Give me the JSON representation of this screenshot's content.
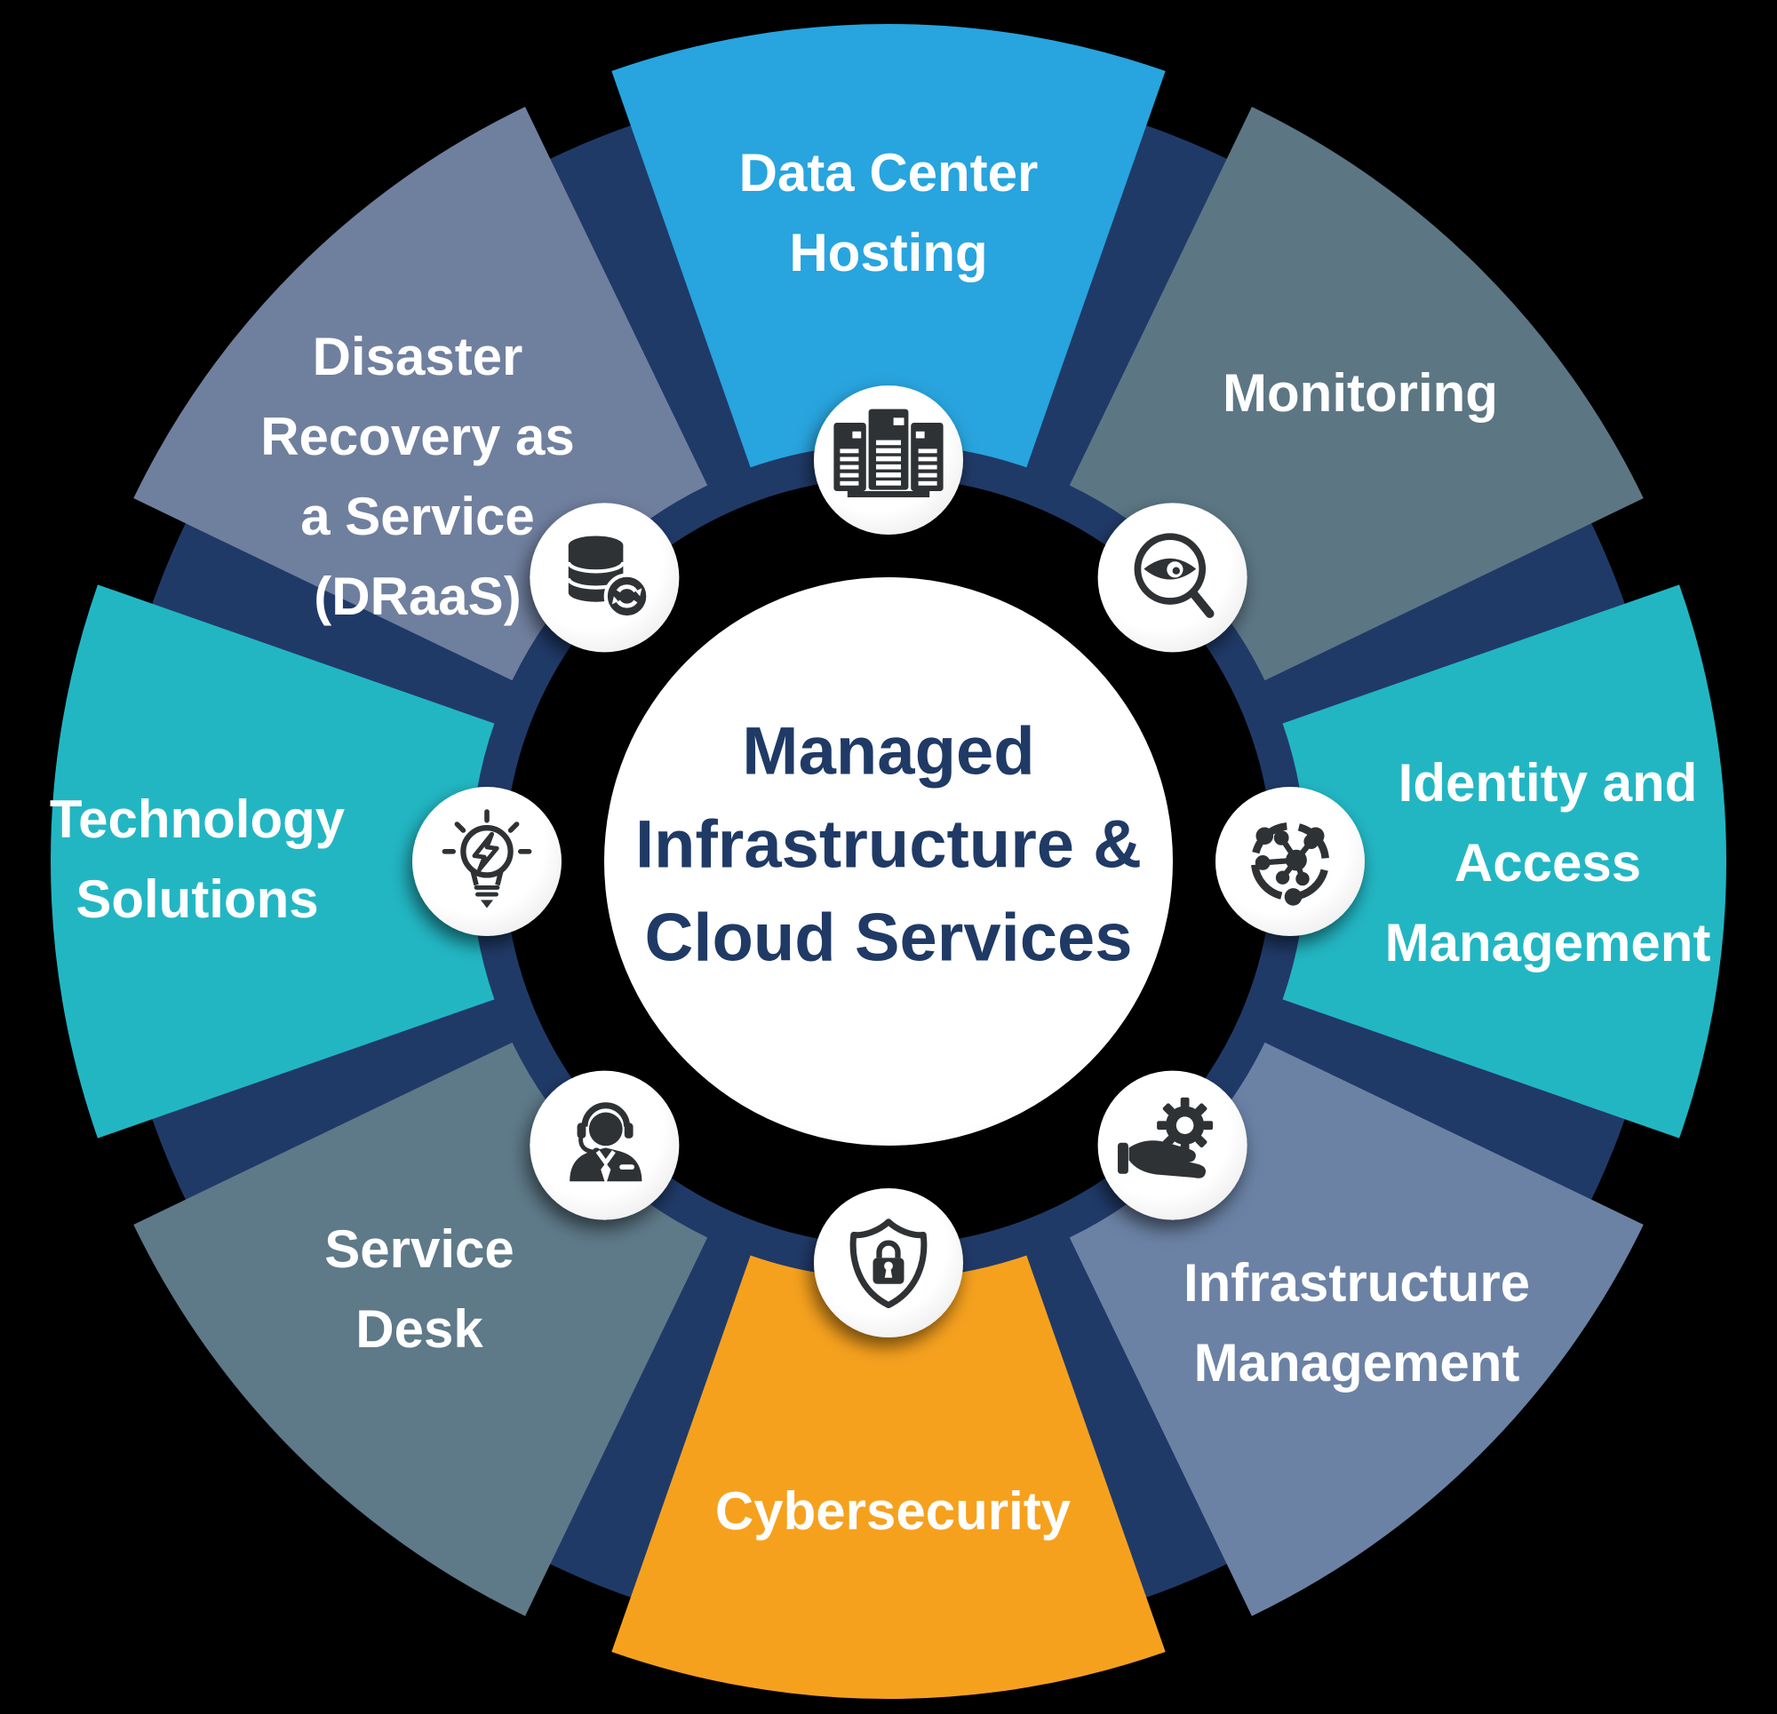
{
  "background": "#000000",
  "wheel": {
    "ring_color": "#203A68",
    "glyph_color": "#2F3234",
    "icon_circle_color": "#FFFFFF",
    "label_text_color": "#FFFFFF",
    "center": {
      "line1": "Managed",
      "line2": "Infrastructure &",
      "line3": "Cloud Services",
      "text_color": "#203A66",
      "fill": "#FFFFFF"
    },
    "segments": [
      {
        "id": "data-center-hosting",
        "label": "Data Center\nHosting",
        "color": "#28A4DE",
        "icon": "server-rack-icon",
        "angle": -90
      },
      {
        "id": "monitoring",
        "label": "Monitoring",
        "color": "#5C7684",
        "icon": "eye-magnifier-icon",
        "angle": -45
      },
      {
        "id": "identity-access-management",
        "label": "Identity and\nAccess\nManagement",
        "color": "#22B6C3",
        "icon": "network-hub-icon",
        "angle": 0
      },
      {
        "id": "infrastructure-management",
        "label": "Infrastructure\nManagement",
        "color": "#6B82A5",
        "icon": "hand-gear-icon",
        "angle": 45
      },
      {
        "id": "cybersecurity",
        "label": "Cybersecurity",
        "color": "#F6A11E",
        "icon": "shield-lock-icon",
        "angle": 90
      },
      {
        "id": "service-desk",
        "label": "Service\nDesk",
        "color": "#5E7988",
        "icon": "headset-person-icon",
        "angle": 135
      },
      {
        "id": "technology-solutions",
        "label": "Technology\nSolutions",
        "color": "#22B6C3",
        "icon": "lightbulb-bolt-icon",
        "angle": 180
      },
      {
        "id": "disaster-recovery-draas",
        "label": "Disaster\nRecovery as\na Service\n(DRaaS)",
        "color": "#6F7F9E",
        "icon": "database-sync-icon",
        "angle": -135
      }
    ]
  }
}
